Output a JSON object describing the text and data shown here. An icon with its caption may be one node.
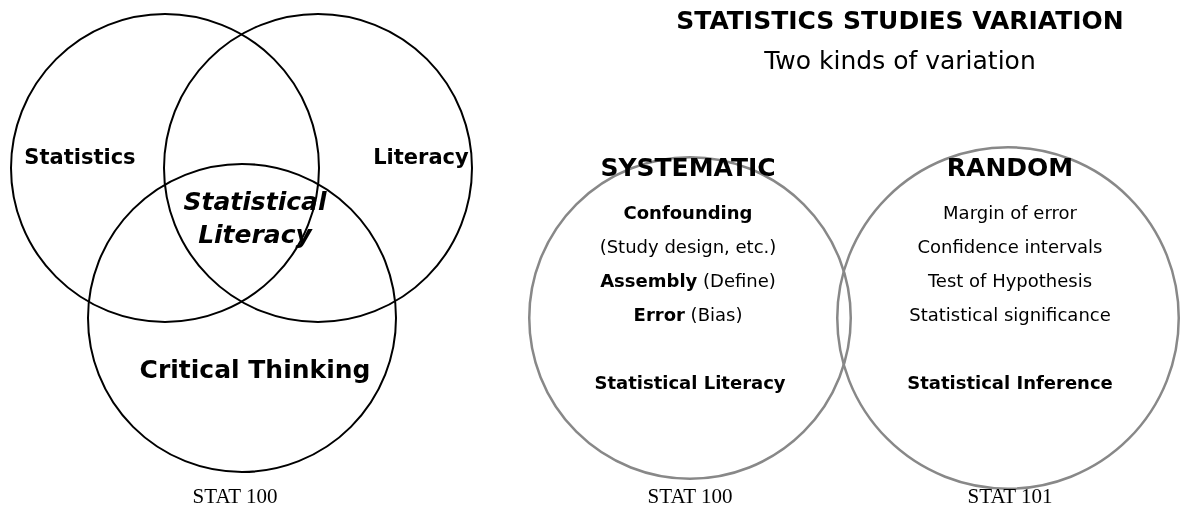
{
  "diagram": {
    "title": "STATISTICS STUDIES VARIATION",
    "nodes": [
      {
        "text": [
          "Statistics"
        ]
      },
      {
        "text": [
          "Literacy"
        ]
      },
      {
        "text": [
          "Critical Thinking"
        ]
      },
      {
        "text": [
          "SYSTEMATIC",
          "Confounding",
          "(Study design, etc.)",
          "**Assembly** (Define)",
          "**Error** (Bias)",
          "Statistical Literacy"
        ]
      },
      {
        "text": [
          "RANDOM",
          "Margin of error",
          "Confidence intervals",
          "Test of Hypothesis",
          "Statistical significance",
          "Statistical Inference"
        ]
      }
    ],
    "edges": [],
    "labels": [
      "Two kinds of variation",
      "Statistical Literacy",
      "STAT 100",
      "STAT 100",
      "STAT 101"
    ]
  }
}
